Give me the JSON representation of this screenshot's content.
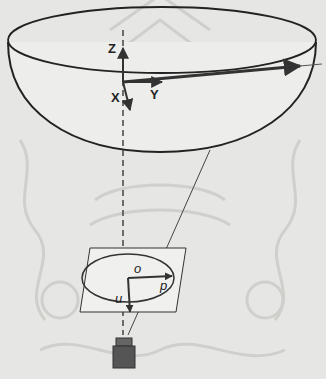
{
  "diagram": {
    "labels": [
      "Z",
      "X",
      "Y",
      "o",
      "u",
      "p"
    ]
  }
}
